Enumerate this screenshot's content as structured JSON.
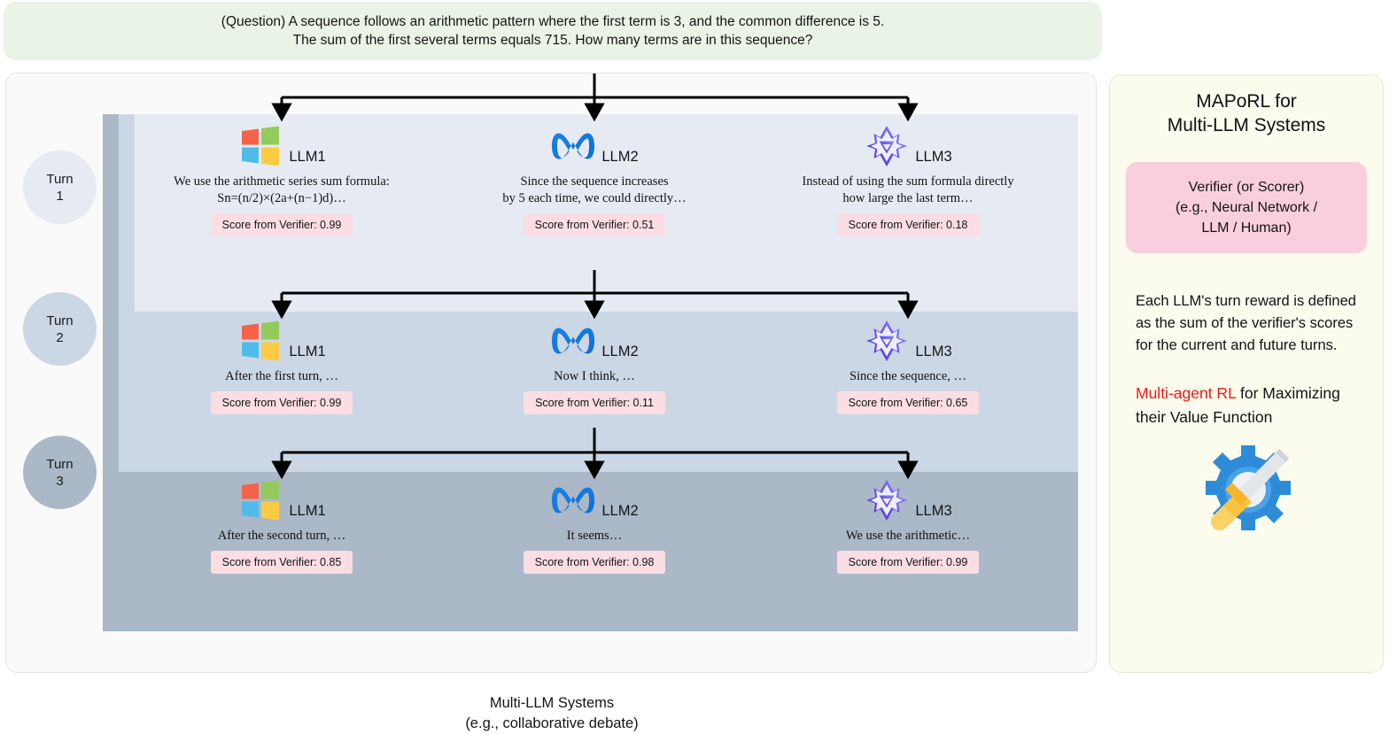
{
  "question": {
    "line1": "(Question) A sequence follows an arithmetic pattern where the first term is 3, and the common difference is 5.",
    "line2": "The sum of the first several terms equals 715. How many terms are in this sequence?"
  },
  "turns": [
    {
      "badge_label": "Turn",
      "badge_number": "1",
      "agents": [
        {
          "name": "LLM1",
          "logo": "microsoft-logo",
          "text": "We use the arithmetic series sum formula:\nSn=(n/2)×(2a+(n−1)d)…",
          "score": "Score from Verifier: 0.99"
        },
        {
          "name": "LLM2",
          "logo": "meta-logo",
          "text": "Since the sequence increases\nby 5 each time, we could directly…",
          "score": "Score from Verifier: 0.51"
        },
        {
          "name": "LLM3",
          "logo": "qwen-logo",
          "text": "Instead of using the sum formula directly\nhow large the last term…",
          "score": "Score from Verifier: 0.18"
        }
      ]
    },
    {
      "badge_label": "Turn",
      "badge_number": "2",
      "agents": [
        {
          "name": "LLM1",
          "logo": "microsoft-logo",
          "text": "After the first turn, …",
          "score": "Score from Verifier: 0.99"
        },
        {
          "name": "LLM2",
          "logo": "meta-logo",
          "text": "Now I think, …",
          "score": "Score from Verifier: 0.11"
        },
        {
          "name": "LLM3",
          "logo": "qwen-logo",
          "text": "Since the sequence, …",
          "score": "Score from Verifier: 0.65"
        }
      ]
    },
    {
      "badge_label": "Turn",
      "badge_number": "3",
      "agents": [
        {
          "name": "LLM1",
          "logo": "microsoft-logo",
          "text": "After the second turn, …",
          "score": "Score from Verifier: 0.85"
        },
        {
          "name": "LLM2",
          "logo": "meta-logo",
          "text": "It seems…",
          "score": "Score from Verifier: 0.98"
        },
        {
          "name": "LLM3",
          "logo": "qwen-logo",
          "text": "We use the arithmetic…",
          "score": "Score from Verifier: 0.99"
        }
      ]
    }
  ],
  "system_caption": {
    "line1": "Multi-LLM Systems",
    "line2": "(e.g., collaborative debate)"
  },
  "sidebar": {
    "title_line1": "MAPoRL for",
    "title_line2": "Multi-LLM Systems",
    "verifier": {
      "line1": "Verifier (or Scorer)",
      "line2": "(e.g., Neural Network /",
      "line3": "LLM / Human)"
    },
    "reward_note": "Each LLM's turn reward is defined as the sum of the verifier's scores for the current and future turns.",
    "rl_note": {
      "highlight": "Multi-agent RL",
      "rest": " for Maximizing their Value Function"
    },
    "gear_icon": "gear-screwdriver-icon"
  },
  "colors": {
    "question_bg": "#eaf4e6",
    "panel_back": "#aab8c8",
    "panel_mid": "#ccd7e5",
    "panel_front": "#e6ebf3",
    "score_bg": "#fbdde4",
    "sidebar_bg": "#fbfbee",
    "verifier_bg": "#f9cedd",
    "accent_red": "#ee1b11"
  }
}
